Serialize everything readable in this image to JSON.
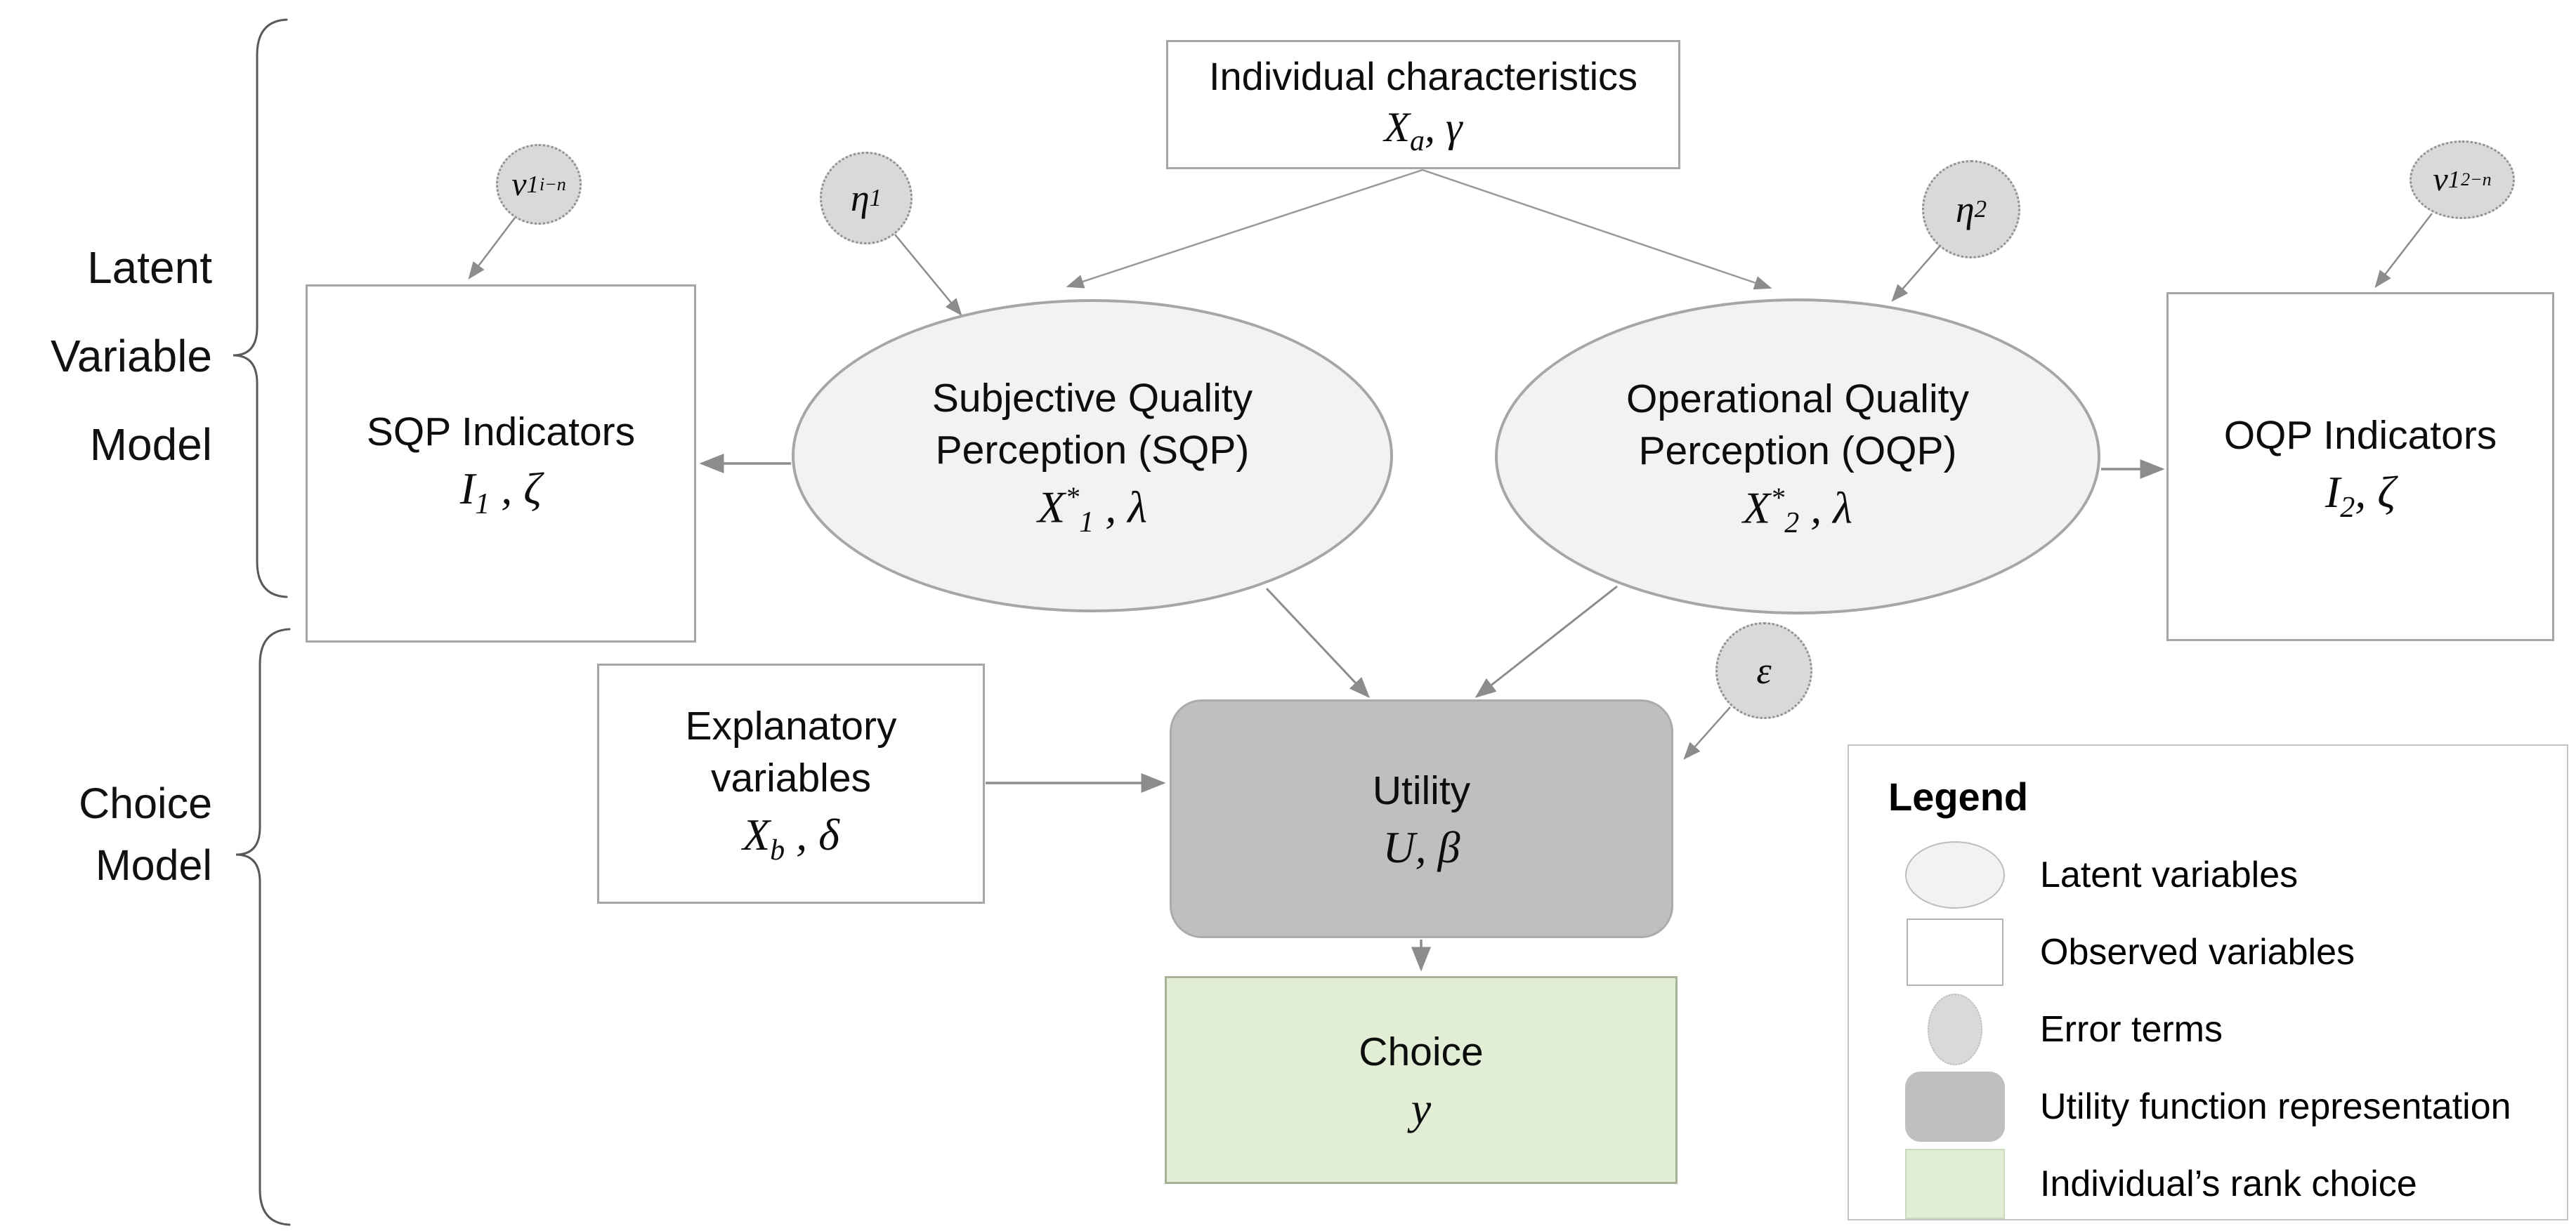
{
  "diagram": {
    "section_labels": {
      "latent": [
        "Latent",
        "Variable",
        "Model"
      ],
      "choice": [
        "Choice",
        "Model"
      ]
    },
    "nodes": {
      "individual_characteristics": {
        "title": "Individual characteristics",
        "math": {
          "base": "X",
          "sub": "a",
          "rest": ", γ"
        }
      },
      "sqp_latent": {
        "line1": "Subjective Quality",
        "line2": "Perception (SQP)",
        "math": {
          "base": "X",
          "sup": "*",
          "sub": "1",
          "rest": " , λ"
        }
      },
      "oqp_latent": {
        "line1": "Operational Quality",
        "line2": "Perception (OQP)",
        "math": {
          "base": "X",
          "sup": "*",
          "sub": "2",
          "rest": " , λ"
        }
      },
      "sqp_indicators": {
        "title": "SQP Indicators",
        "math": {
          "base": "I",
          "sub": "1",
          "rest": " , ζ"
        }
      },
      "oqp_indicators": {
        "title": "OQP Indicators",
        "math": {
          "base": "I",
          "sub": "2",
          "rest": ", ζ"
        }
      },
      "explanatory": {
        "line1": "Explanatory",
        "line2": "variables",
        "math": {
          "base": "X",
          "sub": "b",
          "rest": " , δ"
        }
      },
      "utility": {
        "title": "Utility",
        "math": {
          "base": "U",
          "rest": ", β"
        }
      },
      "choice": {
        "title": "Choice",
        "math": {
          "base": "y",
          "rest": ""
        }
      }
    },
    "error_terms": {
      "nu_sqp": {
        "base": "ν",
        "sub": "1",
        "subsub": "i−n"
      },
      "eta_1": {
        "base": "η",
        "sub": "1"
      },
      "eta_2": {
        "base": "η",
        "sub": "2"
      },
      "nu_oqp": {
        "base": "ν",
        "sub": "1",
        "subsub": "2−n"
      },
      "epsilon": {
        "base": "ε"
      }
    },
    "legend": {
      "title": "Legend",
      "items": [
        {
          "swatch": "latent-ellipse",
          "label": "Latent variables"
        },
        {
          "swatch": "observed-rect",
          "label": "Observed variables"
        },
        {
          "swatch": "error-circle",
          "label": "Error terms"
        },
        {
          "swatch": "utility-rounded",
          "label": "Utility function representation"
        },
        {
          "swatch": "choice-green",
          "label": "Individual’s rank choice"
        }
      ]
    },
    "colors": {
      "latent_fill": "#f2f2f2",
      "error_fill": "#d9d9d9",
      "utility_fill": "#bfbfbf",
      "choice_fill": "#e2edd6",
      "node_border": "#a6a6a6",
      "arrow": "#8c8c8c",
      "text": "#111111"
    }
  }
}
